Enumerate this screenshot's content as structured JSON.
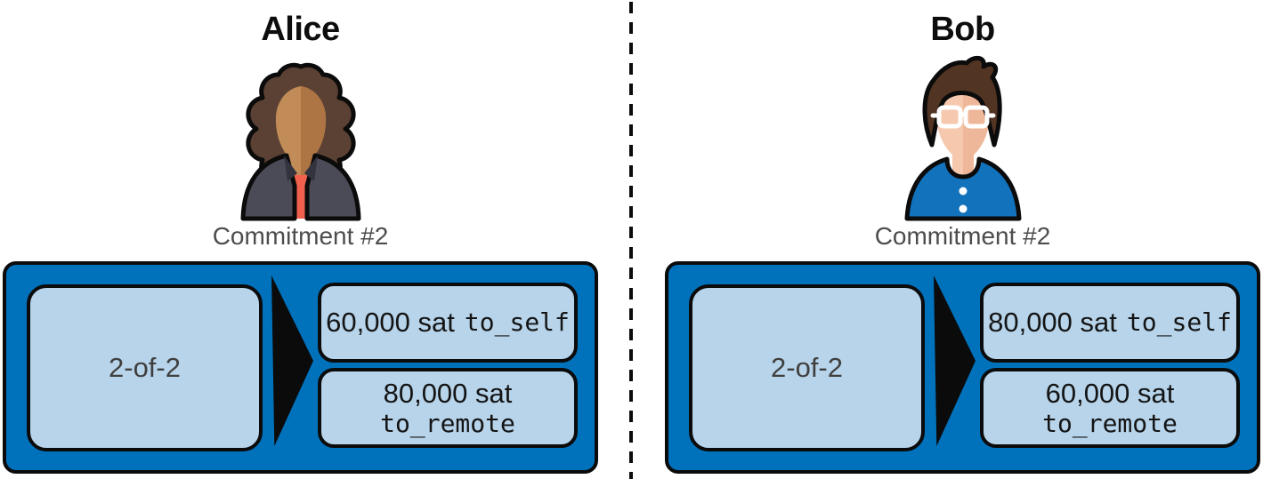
{
  "figure": {
    "divider_icon": "dashed-vertical-divider",
    "panels": [
      {
        "person": "Alice",
        "avatar_icon": "woman-curly-hair-avatar",
        "commitment_label": "Commitment #2",
        "transaction": {
          "input_label": "2-of-2",
          "arrow_icon": "right-arrow",
          "outputs": [
            {
              "amount": "60,000 sat",
              "script": "to_self"
            },
            {
              "amount": "80,000 sat",
              "script": "to_remote"
            }
          ]
        }
      },
      {
        "person": "Bob",
        "avatar_icon": "man-glasses-avatar",
        "commitment_label": "Commitment #2",
        "transaction": {
          "input_label": "2-of-2",
          "arrow_icon": "right-arrow",
          "outputs": [
            {
              "amount": "80,000 sat",
              "script": "to_self"
            },
            {
              "amount": "60,000 sat",
              "script": "to_remote"
            }
          ]
        }
      }
    ],
    "colors": {
      "box_blue": "#0072bc",
      "box_light_blue": "#b7d4ea",
      "outline_black": "#0b0b0b",
      "commitment_gray": "#4d4d4d",
      "input_text_gray": "#3f3f3f",
      "amount_text": "#141414",
      "alice_hair": "#5b4134",
      "alice_face_light": "#c18c58",
      "alice_face_dark": "#ad7544",
      "alice_jacket": "#4b4b57",
      "alice_shirt_red": "#f0604c",
      "bob_hair": "#523423",
      "bob_face_light": "#f6c8ad",
      "bob_face_dark": "#efb79a",
      "bob_shirt_blue": "#1272bc"
    }
  }
}
